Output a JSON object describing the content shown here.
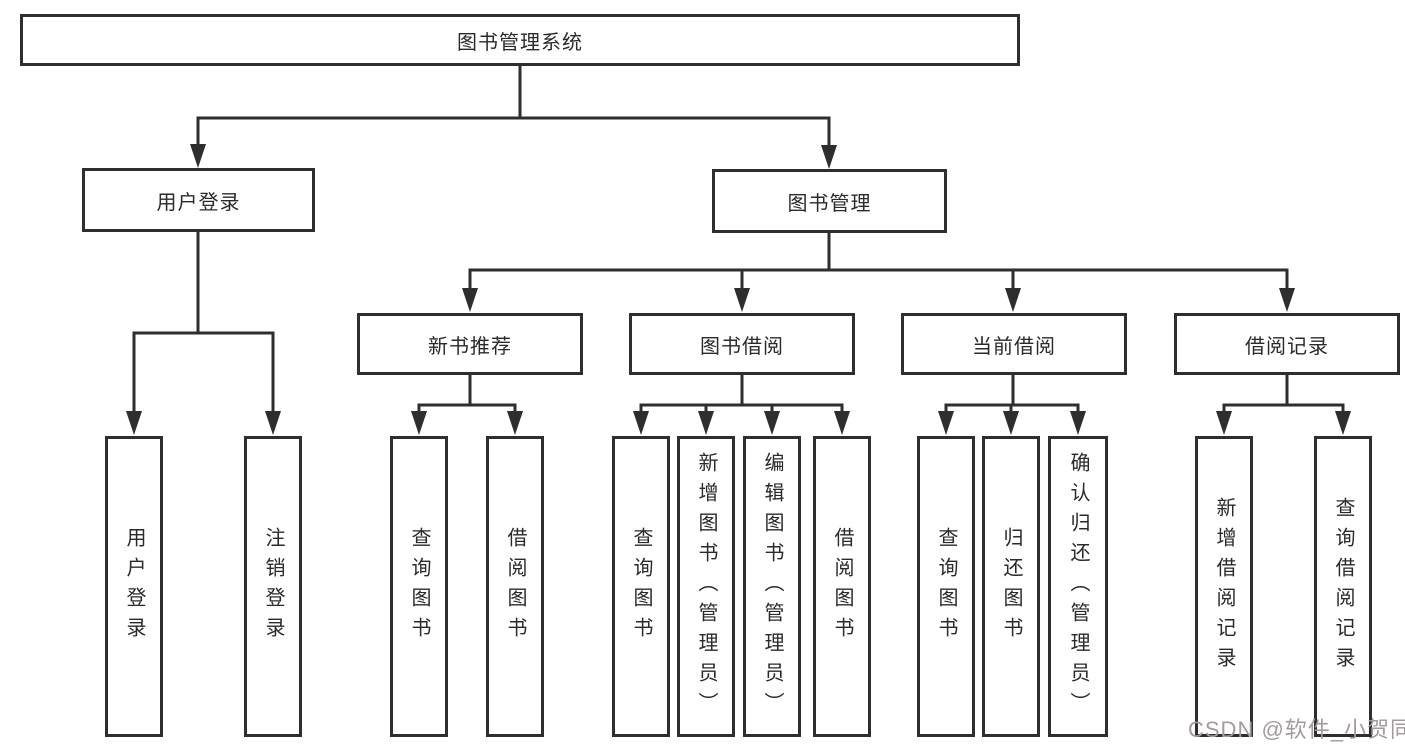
{
  "colors": {
    "line": "#2e2e2e",
    "text": "#2a2a2a",
    "background": "#ffffff",
    "watermark": "#a39b9b"
  },
  "diagram": {
    "root": {
      "label": "图书管理系统"
    },
    "level2": [
      {
        "label": "用户登录"
      },
      {
        "label": "图书管理"
      }
    ],
    "level3": [
      {
        "label": "新书推荐"
      },
      {
        "label": "图书借阅"
      },
      {
        "label": "当前借阅"
      },
      {
        "label": "借阅记录"
      }
    ],
    "leaves": {
      "user_login": [
        "用户登录",
        "注销登录"
      ],
      "new_book": [
        "查询图书",
        "借阅图书"
      ],
      "book_borrow": [
        "查询图书",
        "新增图书（管理员）",
        "编辑图书（管理员）",
        "借阅图书"
      ],
      "current_borrow": [
        "查询图书",
        "归还图书",
        "确认归还（管理员）"
      ],
      "borrow_record": [
        "新增借阅记录",
        "查询借阅记录"
      ]
    }
  },
  "watermark": "CSDN @软件_小贺同学"
}
